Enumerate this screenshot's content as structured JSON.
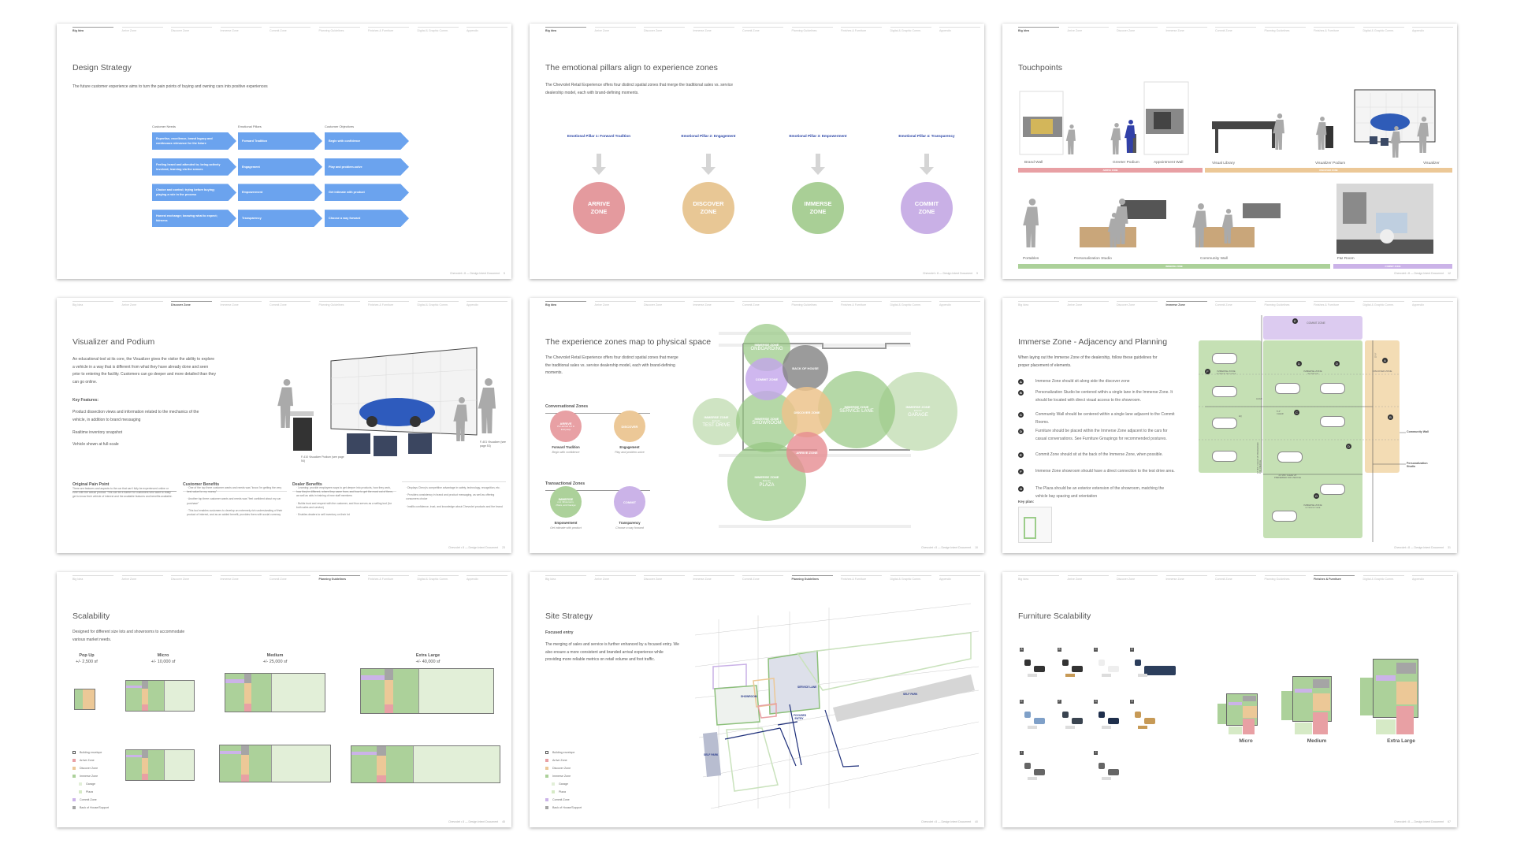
{
  "nav_tabs": [
    "Big Idea",
    "Arrive Zone",
    "Discover Zone",
    "Immerse Zone",
    "Commit Zone",
    "Planning Guidelines",
    "Finishes & Furniture",
    "Digital & Graphic Comm.",
    "Appendix"
  ],
  "footer_text": "Chevrolet • 8 — Design Intent Document",
  "colors": {
    "arrive": "#e8a0a4",
    "discover": "#ecc897",
    "immerse": "#acd19a",
    "commit": "#cbb3e8",
    "garage": "#e2efd8",
    "plaza": "#d6eac6",
    "boh": "#a5a5a5",
    "arrow_blue": "#6ba3ee",
    "pillar_blue": "#2e48a8"
  },
  "s1": {
    "title": "Design Strategy",
    "subtitle": "The future customer experience aims to turn the pain points of buying and owning cars into positive experiences",
    "page": "5",
    "headers": [
      "Customer Needs",
      "Emotional Pillars",
      "Customer Objectives"
    ],
    "rows": [
      [
        "Expertise, excellence, brand legacy and continuous relevance for the future",
        "Forward Tradition",
        "Begin with confidence"
      ],
      [
        "Feeling heard and attended to; being actively involved; learning via the senses",
        "Engagement",
        "Play and problem-solve"
      ],
      [
        "Choice and control; trying before buying; playing a role in the process",
        "Empowerment",
        "Get intimate with product"
      ],
      [
        "Honest exchange; knowing what to expect; fairness",
        "Transparency",
        "Choose a way forward"
      ]
    ]
  },
  "s2": {
    "title": "The emotional pillars align to experience zones",
    "subtitle": "The Chevrolet Retail Experience offers four distinct spatial zones that merge the traditional sales vs. service dealership model, each with brand-defining moments.",
    "page": "9",
    "pillars": [
      {
        "label": "Emotional Pillar 1: Forward Tradition",
        "zone": "ARRIVE",
        "zone_word": "ZONE",
        "color": "#e49a9e"
      },
      {
        "label": "Emotional Pillar 2: Engagement",
        "zone": "DISCOVER",
        "zone_word": "ZONE",
        "color": "#e8c795"
      },
      {
        "label": "Emotional Pillar 3: Empowerment",
        "zone": "IMMERSE",
        "zone_word": "ZONE",
        "color": "#a9cf96"
      },
      {
        "label": "Emotional Pillar 4: Transparency",
        "zone": "COMMIT",
        "zone_word": "ZONE",
        "color": "#c9b0e6"
      }
    ]
  },
  "s3": {
    "title": "Touchpoints",
    "page": "12",
    "labels": [
      "Brand Wall",
      "Greeter Podium",
      "Appointment Wall",
      "Visual Library",
      "Visualizer Podium",
      "Visualizer",
      "Portables",
      "Personalization Studio",
      "Community Wall",
      "F&I Room"
    ],
    "bands": [
      "ARRIVE ZONE",
      "DISCOVER ZONE",
      "IMMERSE ZONE",
      "COMMIT ZONE"
    ]
  },
  "s4": {
    "title": "Visualizer and Podium",
    "page": "23",
    "intro": "An educational tool at its core, the Visualizer gives the visitor the ability to explore a vehicle in a way that is different from what they have already done and seen prior to entering the facility. Customers can go deeper and more detailed than they can go online.",
    "key_features_label": "Key Features:",
    "features": [
      "Product dissection views and information related to the mechanics of the vehicle, in addition to brand messaging",
      "Realtime inventory snapshot",
      "Vehicle shown at full-scale"
    ],
    "caption_podium": "F-410 Visualizer Podium (see page 54)",
    "caption_visualizer": "F-401 Visualizer (see page 53)",
    "pain_heading": "Original Pain Point",
    "pain_text": "There are features and aspects to the car that can't fully be experienced online or even with the actual product. This can be a barrier for customers who want to really get to know their vehicle of interest and the available features and benefits available.",
    "customer_heading": "Customer Benefits",
    "customer_benefits": [
      "One of the top three customer wants and needs was \"know I'm getting the very best value for my money\"",
      "Another top three customer wants and needs was \"feel confident about my car purchase\"",
      "This tool enables customers to develop an extremely rich understanding of their product of interest, and as an added benefit, provides them with social currency"
    ],
    "dealer_heading": "Dealer Benefits",
    "dealer_benefits_a": [
      "Learning: provide employees ways to get deeper into products, how they work, how they're different, where they came from, and how to get the most out of them, as well as aids in training of new staff members",
      "Builds trust and respect with the customer, and thus serves as a selling tool (for both sales and service)",
      "Enables dealers to sell inventory on their lot"
    ],
    "dealer_benefits_b": [
      "Displays Chevy's competitive advantage in safety, technology, recognition, etc.",
      "Provides consistency in brand and product messaging, as well as offering consumers choice",
      "Instills confidence, trust, and knowledge about Chevrolet products and the brand"
    ]
  },
  "s5": {
    "title": "The experience zones map to physical space",
    "subtitle": "The Chevrolet Retail Experience offers four distinct spatial zones that merge the traditional sales vs. service dealership model, each with brand-defining moments.",
    "page": "10",
    "conversational_label": "Conversational Zones",
    "transactional_label": "Transactional Zones",
    "zones": [
      {
        "name": "ARRIVE",
        "detail": "Pre-arrival Lot & Entryway",
        "pillar": "Forward Tradition",
        "objective": "Begin with confidence"
      },
      {
        "name": "DISCOVER",
        "detail": "",
        "pillar": "Engagement",
        "objective": "Play and problem-solve"
      },
      {
        "name": "IMMERSE",
        "detail": "Lot, Showroom, Plaza, and Garage",
        "pillar": "Empowerment",
        "objective": "Get intimate with product"
      },
      {
        "name": "COMMIT",
        "detail": "",
        "pillar": "Transparency",
        "objective": "Choose a way forward"
      }
    ],
    "bubbles": [
      {
        "top": "IMMERSE ZONE",
        "sub": "Exterior",
        "big": "PLAZA",
        "zone": "immerse"
      },
      {
        "top": "IMMERSE ZONE",
        "sub": "Exterior",
        "big": "GARAGE",
        "zone": "garage"
      },
      {
        "top": "IMMERSE ZONE",
        "sub": "",
        "big": "SERVICE LANE",
        "zone": "immerse"
      },
      {
        "top": "IMMERSE ZONE",
        "sub": "Exterior",
        "big": "TEST DRIVE",
        "zone": "testdrive"
      },
      {
        "top": "IMMERSE ZONE",
        "sub": "",
        "big": "SHOWROOM",
        "zone": "immerse"
      },
      {
        "top": "IMMERSE ZONE",
        "sub": "",
        "big": "ONBOARDING",
        "zone": "immerse"
      },
      {
        "top": "COMMIT ZONE",
        "sub": "",
        "big": "",
        "zone": "commit"
      },
      {
        "top": "BACK OF HOUSE",
        "sub": "",
        "big": "",
        "zone": "boh"
      },
      {
        "top": "DISCOVER ZONE",
        "sub": "",
        "big": "",
        "zone": "discover"
      },
      {
        "top": "ARRIVE ZONE",
        "sub": "",
        "big": "",
        "zone": "arrive"
      }
    ]
  },
  "s6": {
    "title": "Immerse Zone - Adjacency and Planning",
    "page": "31",
    "intro": "When laying out the Immerse Zone of the dealership, follow these guidelines for proper placement of elements.",
    "guidelines": [
      {
        "key": "A",
        "text": "Immerse Zone should sit along side the discover zone"
      },
      {
        "key": "B",
        "text": "Personalization Studio be centered within a single lane in the Immerse Zone. It should be located with direct visual access to the showroom."
      },
      {
        "key": "C",
        "text": "Community Wall should be centered within a single lane adjacent to the Commit Rooms."
      },
      {
        "key": "D",
        "text": "Furniture should be placed within the Immerse Zone adjacent to the cars for casual conversations. See Furniture Groupings for recommended postures."
      },
      {
        "key": "E",
        "text": "Commit Zone should sit at the back of the Immerse Zone, when possible."
      },
      {
        "key": "F",
        "text": "Immerse Zone showroom should have a direct connection to the test drive area."
      },
      {
        "key": "G",
        "text": "The Plaza should be an exterior extension of the showroom, matching the vehicle bay spacing and orientation"
      }
    ],
    "key_plan_label": "Key plan:",
    "plan": {
      "commit": "COMMIT ZONE",
      "test_drive": "IMMERSE ZONE",
      "test_drive_sub": "EXTERIOR TEST DRIVE",
      "showroom": "IMMERSE ZONE",
      "showroom_sub": "SHOWROOM",
      "discover": "DISCOVER ZONE",
      "plaza": "IMMERSE ZONE",
      "plaza_sub": "EXTERIOR PLAZA",
      "community_wall": "Community Wall",
      "personalization_studio": "Personalization Studio",
      "clear_22": "22' MIN. CLEAR 25' PREFERRED FOR VEHICLE",
      "clear_12": "12' MIN. CLEAR 15' PREFERRED FOR VEHICLE",
      "align": "ALIGN",
      "clear_5": "5'-0\" CLEAR",
      "eq": "EQ",
      "bay": "15'-0\""
    }
  },
  "s7": {
    "title": "Scalability",
    "subtitle": "Designed for different size lots and showrooms to accommodate various market needs.",
    "page": "45",
    "sizes": [
      {
        "name": "Pop Up",
        "area": "+/- 2,500 sf"
      },
      {
        "name": "Micro",
        "area": "+/- 10,000 sf"
      },
      {
        "name": "Medium",
        "area": "+/- 25,000 sf"
      },
      {
        "name": "Extra Large",
        "area": "+/- 40,000 sf"
      }
    ]
  },
  "legend": [
    {
      "label": "Building envelope",
      "zone": "envelope"
    },
    {
      "label": "Arrive Zone",
      "zone": "arrive"
    },
    {
      "label": "Discover Zone",
      "zone": "discover"
    },
    {
      "label": "Immerse Zone",
      "zone": "immerse"
    },
    {
      "label": "Garage",
      "zone": "garage"
    },
    {
      "label": "Plaza",
      "zone": "plaza"
    },
    {
      "label": "Commit Zone",
      "zone": "commit"
    },
    {
      "label": "Back of House/Support",
      "zone": "boh"
    }
  ],
  "s8": {
    "title": "Site Strategy",
    "page": "40",
    "heading": "Focused entry",
    "text": "The merging of sales and service is further enhanced by a focused entry. We also ensure a more consistent and branded arrival experience while providing more reliable metrics on retail volume and foot traffic.",
    "map_labels": {
      "service_lane": "SERVICE LANE",
      "showroom": "SHOWROOM",
      "focused_entry": "FOCUSED ENTRY",
      "self_park": "SELF PARK"
    }
  },
  "s9": {
    "title": "Furniture Scalability",
    "page": "67",
    "letters": [
      "A",
      "B",
      "C",
      "D",
      "E",
      "F",
      "G",
      "H",
      "I",
      "J"
    ],
    "plans": [
      "Micro",
      "Medium",
      "Extra Large"
    ]
  }
}
